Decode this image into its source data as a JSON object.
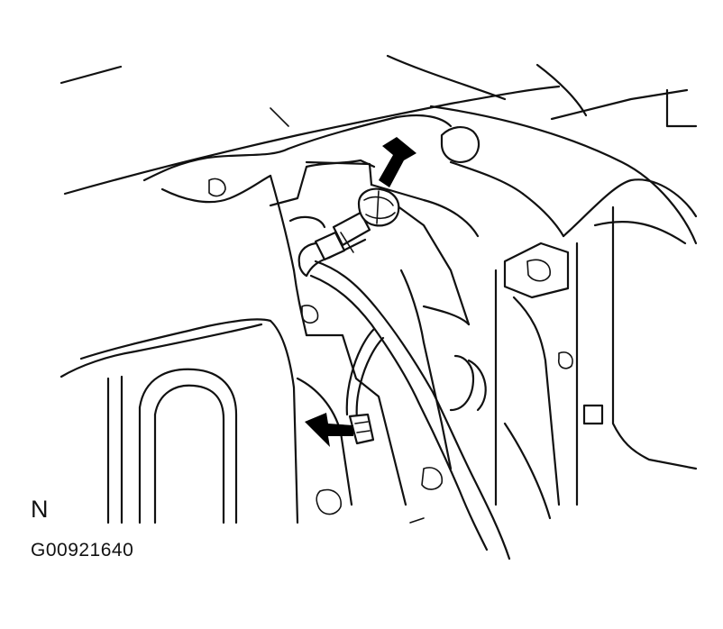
{
  "labels": {
    "view_letter": "N",
    "figure_code": "G00921640"
  },
  "colors": {
    "line": "#111111",
    "background": "#ffffff"
  },
  "callouts": [
    {
      "name": "upper-arrow",
      "points_to": "ground-bolt"
    },
    {
      "name": "lower-arrow",
      "points_to": "wire-clamp"
    }
  ]
}
